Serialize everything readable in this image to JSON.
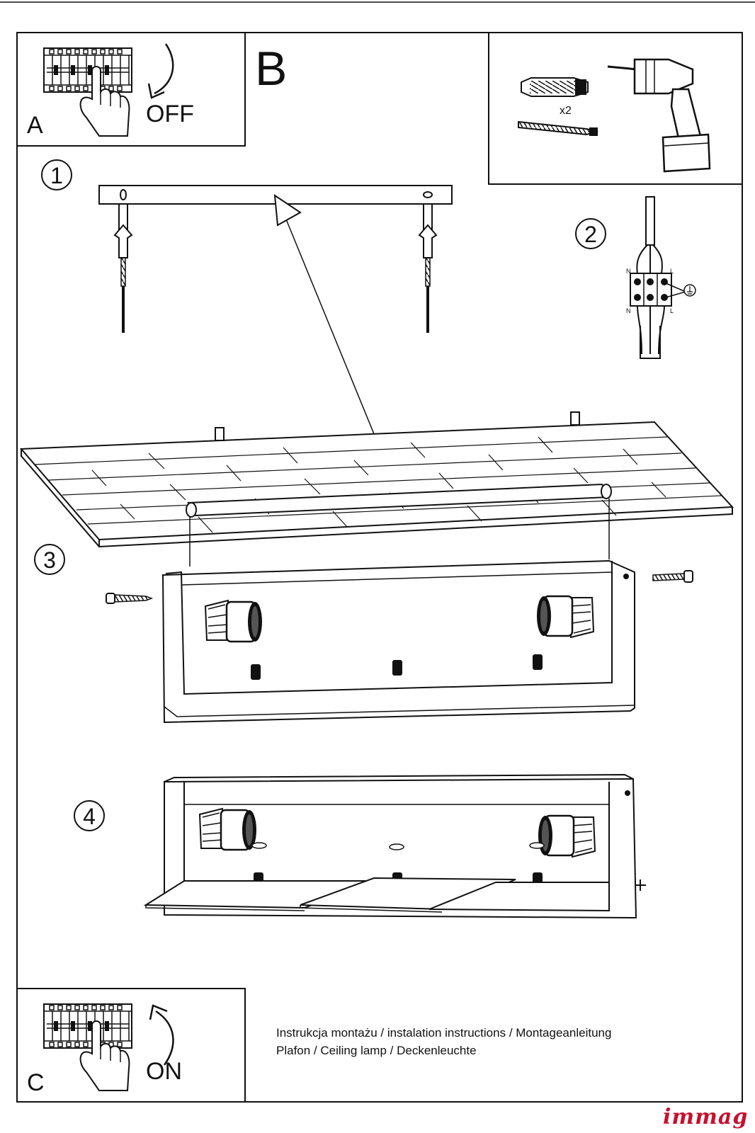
{
  "panels": {
    "a": {
      "letter": "A",
      "word": "OFF"
    },
    "b": {
      "letter": "B"
    },
    "c": {
      "letter": "C",
      "word": "ON"
    }
  },
  "kit": {
    "quantity": "x2"
  },
  "steps": [
    "1",
    "2",
    "3",
    "4"
  ],
  "wiring": {
    "top_left": "N",
    "top_right": "L",
    "bottom_left": "N",
    "bottom_right": "L"
  },
  "caption": {
    "line1": "Instrukcja montażu / instalation instructions / Montageanleitung",
    "line2": "Plafon / Ceiling lamp / Deckenleuchte"
  },
  "brand": "immag",
  "colors": {
    "ink": "#111111",
    "brand": "#c8102e",
    "background": "#ffffff"
  }
}
